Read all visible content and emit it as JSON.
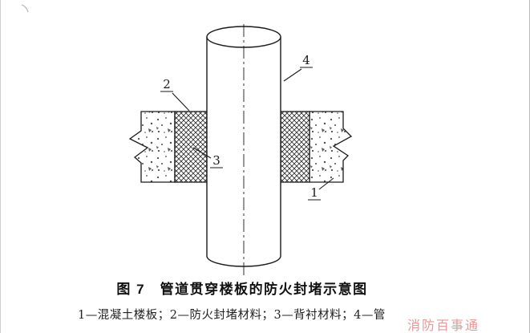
{
  "figure": {
    "number_labels": [
      "1",
      "2",
      "3",
      "4"
    ],
    "caption": "图 7　管道贯穿楼板的防火封堵示意图",
    "legend": "1—混凝土楼板；2—防火封堵材料；3—背衬材料；4—管",
    "parts": {
      "1": "混凝土楼板",
      "2": "防火封堵材料",
      "3": "背衬材料",
      "4": "管"
    }
  },
  "watermark": {
    "text": "消防百事通",
    "color": "#e29a9a"
  },
  "colors": {
    "line": "#1a1a1a",
    "background": "#ffffff"
  }
}
